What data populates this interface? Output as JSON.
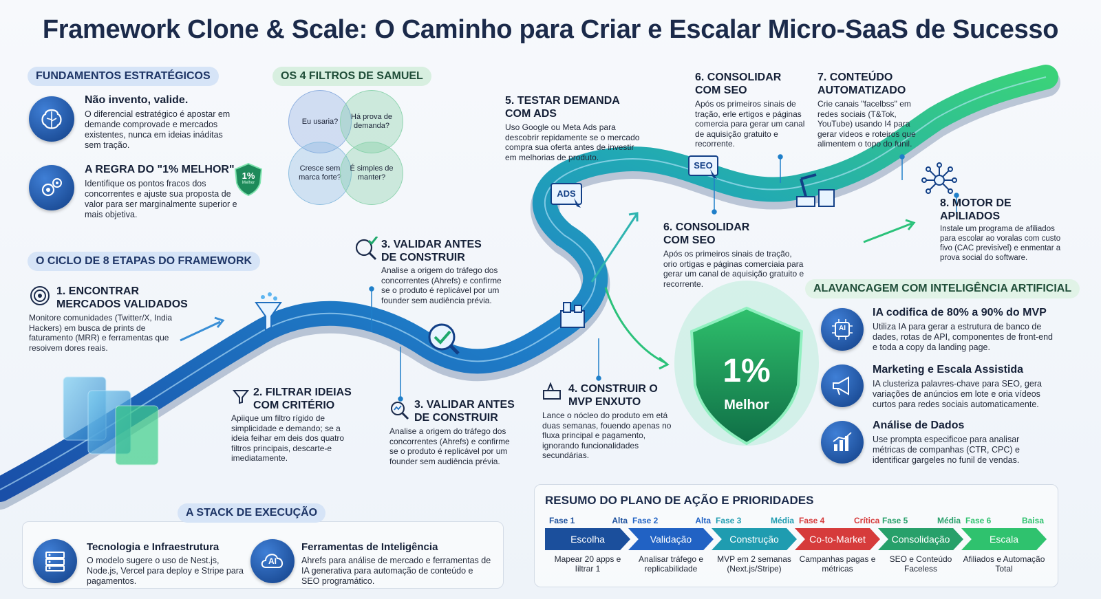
{
  "title": "Framework Clone & Scale: O Caminho para Criar e Escalar Micro-SaaS de Sucesso",
  "colors": {
    "blue": "#1b5fbf",
    "green": "#27b36a",
    "red": "#d93c3c",
    "navy": "#1b2a4a"
  },
  "fundamentos": {
    "label": "FUNDAMENTOS ESTRATÉGICOS",
    "items": [
      {
        "icon": "brain-icon",
        "title": "Não invento, valide.",
        "text": "O diferencial estratégico é apostar em demande comprovade e mercados existentes, nunca em ideias ináditas sem tração."
      },
      {
        "icon": "gears-icon",
        "title": "A REGRA DO \"1% MELHOR\"",
        "text": "Identifique os pontos fracos dos concorrentes e ajuste sua proposta de valor para ser marginalmente superior e mais objetiva.",
        "badge_text": "1%",
        "badge_sub": "Melhor"
      }
    ]
  },
  "filtros": {
    "label": "OS 4 FILTROS DE SAMUEL",
    "items": [
      "Eu usaria?",
      "Há prova de demanda?",
      "Cresce sem marca forte?",
      "É simples de manter?"
    ]
  },
  "ciclo_label": "O CICLO DE 8 ETAPAS DO FRAMEWORK",
  "steps": {
    "s1": {
      "title": "1. ENCONTRAR MERCADOS VALIDADOS",
      "text": "Monitore comunidades (Twitter/X, India Hackers) em busca de prints de faturamento (MRR) e ferramentas que resoivem dores reais."
    },
    "s2": {
      "title": "2. FILTRAR IDEIAS COM CRITÉRIO",
      "text": "Apiique um filtro rígido de simplicidade e demando; se a ideia feihar em deis dos quatro filtros principais, descarte-e imediatamente."
    },
    "s3a": {
      "title": "3. VALIDAR ANTES DE CONSTRUIR",
      "text": "Analise a origem do tráfego dos concorrentes (Ahrefs) e confirme se o produto é replicável por um founder sem audiência prévia."
    },
    "s3b": {
      "title": "3. VALIDAR ANTES DE CONSTRUIR",
      "text": "Analise a origem do tráfego dos concorrentes (Ahrefs) e confirme se o produto é replicável por um founder sem audiência prévia."
    },
    "s4": {
      "title": "4. CONSTRUIR O MVP ENXUTO",
      "text": "Lance o nócleo do produto em etá duas semanas, fouendo apenas no fluxa principal e pagamento, ignorando funcionalidades secundárias."
    },
    "s5": {
      "title": "5. TESTAR DEMANDA COM ADS",
      "text": "Uso Google ou Meta Ads para descobrir repidamente se o mercado compra sua oferta antes de investir em melhorias de produto.",
      "sign": "ADS"
    },
    "s6a": {
      "title": "6. CONSOLIDAR COM SEO",
      "text": "Após os primeiros sinais de tração, erle ertigos e páginas comercia para gerar um canal de aquisição gratuito e recorrente.",
      "sign": "SEO"
    },
    "s6b": {
      "title": "6. CONSOLIDAR COM SEO",
      "text": "Após os primeiros sinais de tração, orio ortigas e páginas comerciaia para gerar um canal de aquisição gratuito e recorrente."
    },
    "s7": {
      "title": "7. CONTEÚDO AUTOMATIZADO",
      "text": "Crie canais \"facelbss\" em redes sociais (T&Tok, YouTube) usando I4 para gerar videos e roteiros que alimentem o topo do funil."
    },
    "s8": {
      "title": "8. MOTOR DE APILIADOS",
      "text": "Instale um programa de afiliados para escolar ao voralas com custo fivo (CAC previsivel) e enmentar a prova social do software."
    }
  },
  "shield": {
    "big": "1%",
    "small": "Melhor"
  },
  "ia": {
    "label": "ALAVANCAGEM COM INTELIGÊNCIA ARTIFICIAL",
    "items": [
      {
        "icon": "ai-chip-icon",
        "chip": "AI",
        "title": "IA codifica de 80% a 90% do MVP",
        "text": "Utiliza IA para gerar a estrutura de banco de dades, rotas de API, componentes de front-end e toda a copy da landing page."
      },
      {
        "icon": "megaphone-icon",
        "title": "Marketing e Escala Assistida",
        "text": "IA clusteriza palavres-chave para SEO, gera variações de anúncios em lote e oria vídeos curtos para redes sociais automaticamente."
      },
      {
        "icon": "chart-icon",
        "title": "Análise de Dados",
        "text": "Use prompta especificoe para analisar métricas de companhas (CTR, CPC) e identificar gargeles no funil de vendas."
      }
    ]
  },
  "stack": {
    "label": "A STACK DE EXECUÇÃO",
    "items": [
      {
        "icon": "server-icon",
        "title": "Tecnologia e Infraestrutura",
        "text": "O modelo sugere o uso de Nest.js, Node.js, Vercel para deploy e Stripe para pagamentos."
      },
      {
        "icon": "ai-cloud-icon",
        "chip": "AI",
        "title": "Ferramentas de Inteligência",
        "text": "Ahrefs para análise de mercado e ferramentas de IA generativa para automação de conteúdo e SEO programático."
      }
    ]
  },
  "resumo": {
    "title": "RESUMO DO PLANO DE AÇÃO E PRIORIDADES",
    "phases": [
      {
        "phase": "Fase 1",
        "priority": "Alta",
        "name": "Escolha",
        "desc": "Mapear 20 apps e Iiltrar 1",
        "color": "#1b4f9c"
      },
      {
        "phase": "Fase 2",
        "priority": "Alta",
        "name": "Validação",
        "desc": "Analisar tráfego e replicabilidade",
        "color": "#2162c4"
      },
      {
        "phase": "Fase 3",
        "priority": "Média",
        "name": "Construção",
        "desc": "MVP em 2 semanas (Next.js/Stripe)",
        "color": "#1f9cb0"
      },
      {
        "phase": "Fase 4",
        "priority": "Crítica",
        "name": "Co-to-Market",
        "desc": "Campanhas pagas e métricas",
        "color": "#d63b3b"
      },
      {
        "phase": "Fase 5",
        "priority": "Média",
        "name": "Consolidação",
        "desc": "SEO e Conteúdo Faceless",
        "color": "#27a06a"
      },
      {
        "phase": "Fase 6",
        "priority": "Baisa",
        "name": "Escala",
        "desc": "Afiliados e Automação Total",
        "color": "#2fc26e"
      }
    ]
  }
}
